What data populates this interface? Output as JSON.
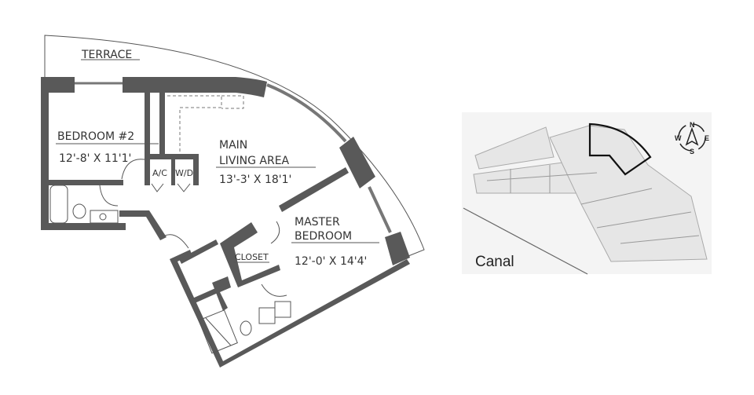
{
  "floor_plan": {
    "rooms": {
      "terrace": {
        "name": "TERRACE"
      },
      "bedroom2": {
        "name": "BEDROOM #2",
        "dims": "12'-8' X 11'1'"
      },
      "living": {
        "name_line1": "MAIN",
        "name_line2": "LIVING AREA",
        "dims": "13'-3' X 18'1'"
      },
      "master": {
        "name_line1": "MASTER",
        "name_line2": "BEDROOM",
        "dims": "12'-0' X 14'4'"
      },
      "closet": {
        "name": "CLOSET"
      },
      "ac": {
        "name": "A/C"
      },
      "wd": {
        "name": "W/D"
      }
    }
  },
  "key_plan": {
    "label": "Canal",
    "compass": {
      "n": "N",
      "s": "S",
      "e": "E",
      "w": "W"
    },
    "highlight_color": "#111111"
  }
}
